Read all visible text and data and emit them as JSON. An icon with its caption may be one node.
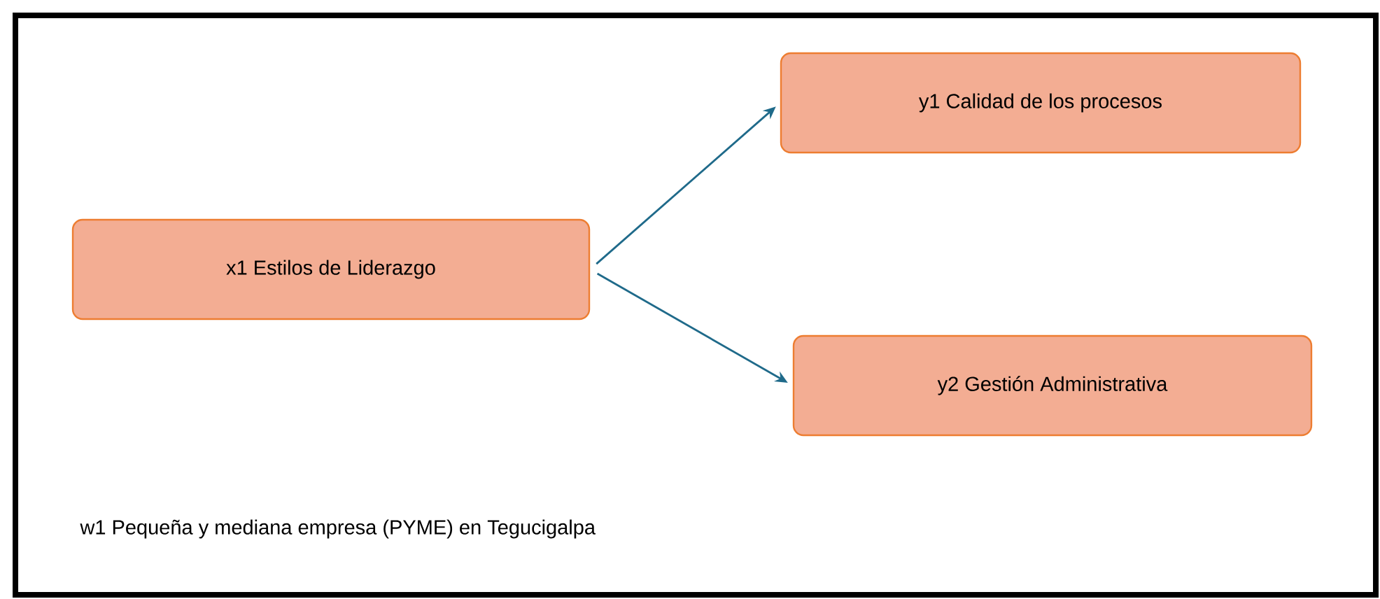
{
  "diagram": {
    "nodes": [
      {
        "text": [
          "x1 Estilos de Liderazgo"
        ]
      },
      {
        "text": [
          "y1 Calidad de los procesos"
        ]
      },
      {
        "text": [
          "y2 Gestión Administrativa"
        ]
      }
    ],
    "edges": [
      {
        "from": 0,
        "to": 1,
        "arrow": "to"
      },
      {
        "from": 0,
        "to": 2,
        "arrow": "to"
      }
    ],
    "labels": [
      "w1 Pequeña y mediana empresa (PYME) en Tegucigalpa"
    ]
  }
}
